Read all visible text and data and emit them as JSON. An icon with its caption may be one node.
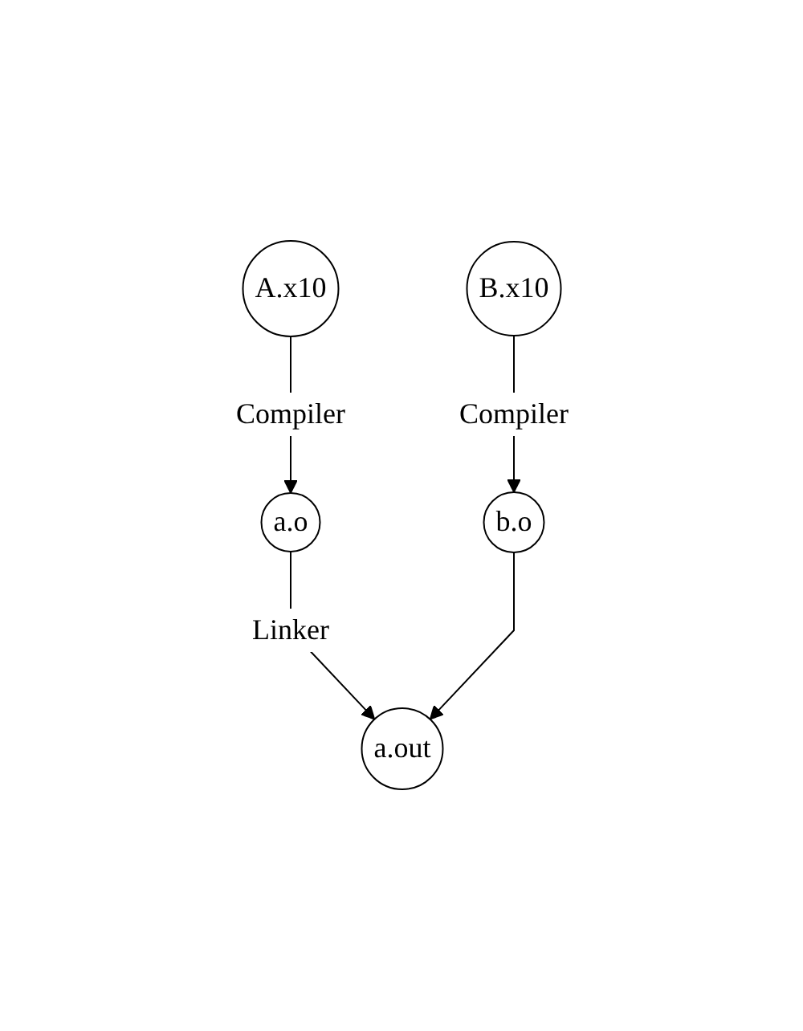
{
  "diagram": {
    "nodes": [
      {
        "text": [
          "A.x10"
        ]
      },
      {
        "text": [
          "B.x10"
        ]
      },
      {
        "text": [
          "a.o"
        ]
      },
      {
        "text": [
          "b.o"
        ]
      },
      {
        "text": [
          "a.out"
        ]
      }
    ],
    "edges": [
      {
        "from": 0,
        "to": 2,
        "arrow": "to",
        "label": "Compiler"
      },
      {
        "from": 1,
        "to": 3,
        "arrow": "to",
        "label": "Compiler"
      },
      {
        "from": 2,
        "to": 4,
        "arrow": "to",
        "label": "Linker"
      },
      {
        "from": 3,
        "to": 4,
        "arrow": "to"
      }
    ]
  }
}
